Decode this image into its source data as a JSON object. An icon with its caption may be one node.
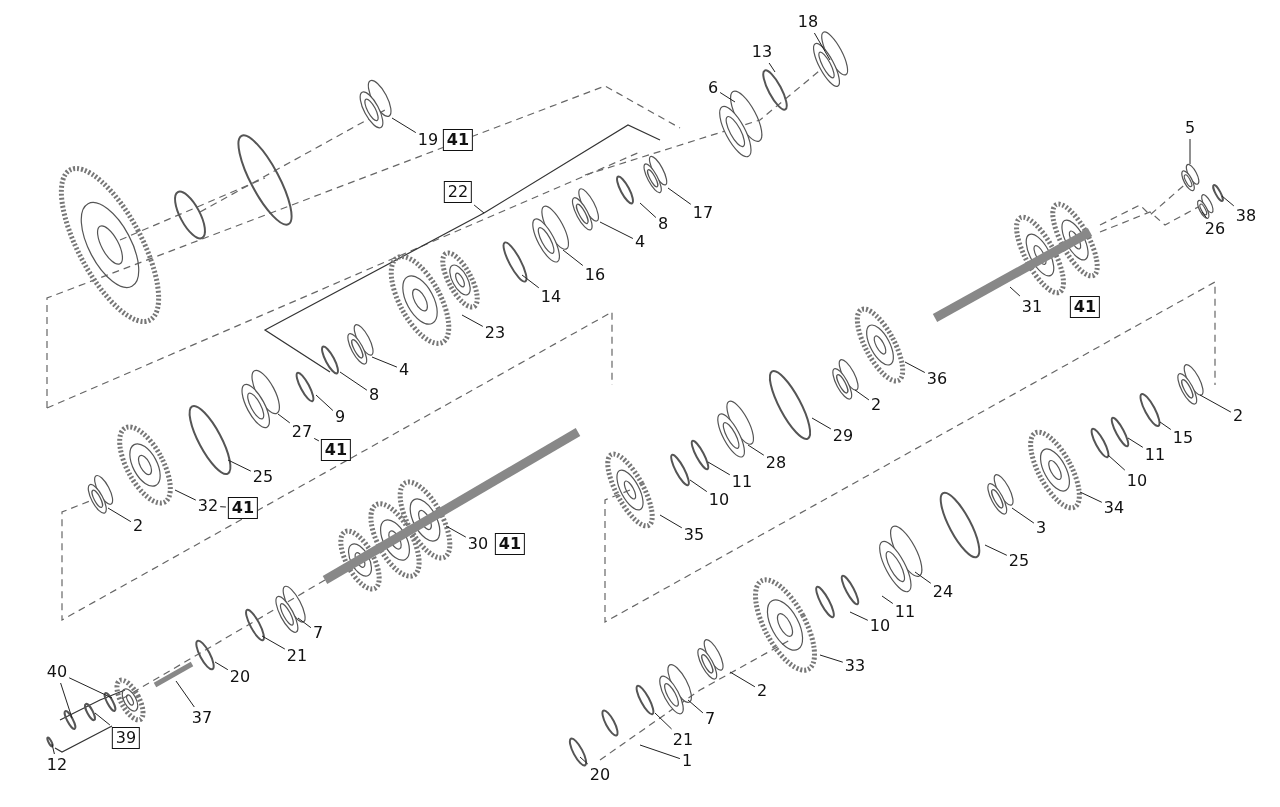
{
  "diagram": {
    "nodes": [
      {
        "text": [
          "18"
        ]
      },
      {
        "text": [
          "13"
        ]
      },
      {
        "text": [
          "6"
        ]
      },
      {
        "text": [
          "19"
        ]
      },
      {
        "text": [
          "41"
        ]
      },
      {
        "text": [
          "5"
        ]
      },
      {
        "text": [
          "22"
        ]
      },
      {
        "text": [
          "17"
        ]
      },
      {
        "text": [
          "8"
        ]
      },
      {
        "text": [
          "38"
        ]
      },
      {
        "text": [
          "4"
        ]
      },
      {
        "text": [
          "26"
        ]
      },
      {
        "text": [
          "16"
        ]
      },
      {
        "text": [
          "14"
        ]
      },
      {
        "text": [
          "31"
        ]
      },
      {
        "text": [
          "41"
        ]
      },
      {
        "text": [
          "23"
        ]
      },
      {
        "text": [
          "4"
        ]
      },
      {
        "text": [
          "8"
        ]
      },
      {
        "text": [
          "36"
        ]
      },
      {
        "text": [
          "2"
        ]
      },
      {
        "text": [
          "2"
        ]
      },
      {
        "text": [
          "9"
        ]
      },
      {
        "text": [
          "27"
        ]
      },
      {
        "text": [
          "41"
        ]
      },
      {
        "text": [
          "29"
        ]
      },
      {
        "text": [
          "15"
        ]
      },
      {
        "text": [
          "11"
        ]
      },
      {
        "text": [
          "28"
        ]
      },
      {
        "text": [
          "25"
        ]
      },
      {
        "text": [
          "10"
        ]
      },
      {
        "text": [
          "11"
        ]
      },
      {
        "text": [
          "10"
        ]
      },
      {
        "text": [
          "32"
        ]
      },
      {
        "text": [
          "41"
        ]
      },
      {
        "text": [
          "34"
        ]
      },
      {
        "text": [
          "2"
        ]
      },
      {
        "text": [
          "3"
        ]
      },
      {
        "text": [
          "35"
        ]
      },
      {
        "text": [
          "30"
        ]
      },
      {
        "text": [
          "41"
        ]
      },
      {
        "text": [
          "25"
        ]
      },
      {
        "text": [
          "24"
        ]
      },
      {
        "text": [
          "11"
        ]
      },
      {
        "text": [
          "10"
        ]
      },
      {
        "text": [
          "7"
        ]
      },
      {
        "text": [
          "21"
        ]
      },
      {
        "text": [
          "33"
        ]
      },
      {
        "text": [
          "40"
        ]
      },
      {
        "text": [
          "20"
        ]
      },
      {
        "text": [
          "2"
        ]
      },
      {
        "text": [
          "37"
        ]
      },
      {
        "text": [
          "7"
        ]
      },
      {
        "text": [
          "39"
        ]
      },
      {
        "text": [
          "21"
        ]
      },
      {
        "text": [
          "1"
        ]
      },
      {
        "text": [
          "12"
        ]
      },
      {
        "text": [
          "20"
        ]
      }
    ],
    "edges": [
      {
        "from": 0,
        "to": null,
        "arrow": "none"
      },
      {
        "from": 1,
        "to": null,
        "arrow": "none"
      },
      {
        "from": 2,
        "to": null,
        "arrow": "none"
      },
      {
        "from": 3,
        "to": null,
        "arrow": "none"
      },
      {
        "from": 5,
        "to": null,
        "arrow": "none"
      },
      {
        "from": 6,
        "to": null,
        "arrow": "none"
      },
      {
        "from": 7,
        "to": null,
        "arrow": "none"
      },
      {
        "from": 8,
        "to": null,
        "arrow": "none"
      },
      {
        "from": 9,
        "to": null,
        "arrow": "none"
      },
      {
        "from": 10,
        "to": null,
        "arrow": "none"
      },
      {
        "from": 11,
        "to": null,
        "arrow": "none"
      },
      {
        "from": 12,
        "to": null,
        "arrow": "none"
      },
      {
        "from": 13,
        "to": null,
        "arrow": "none"
      },
      {
        "from": 14,
        "to": null,
        "arrow": "none"
      },
      {
        "from": 16,
        "to": null,
        "arrow": "none"
      },
      {
        "from": 17,
        "to": null,
        "arrow": "none"
      },
      {
        "from": 18,
        "to": null,
        "arrow": "none"
      },
      {
        "from": 19,
        "to": null,
        "arrow": "none"
      },
      {
        "from": 20,
        "to": null,
        "arrow": "none"
      },
      {
        "from": 21,
        "to": null,
        "arrow": "none"
      },
      {
        "from": 22,
        "to": null,
        "arrow": "none"
      },
      {
        "from": 23,
        "to": null,
        "arrow": "none"
      },
      {
        "from": 23,
        "to": 24,
        "arrow": "none"
      },
      {
        "from": 25,
        "to": null,
        "arrow": "none"
      },
      {
        "from": 26,
        "to": null,
        "arrow": "none"
      },
      {
        "from": 27,
        "to": null,
        "arrow": "none"
      },
      {
        "from": 28,
        "to": null,
        "arrow": "none"
      },
      {
        "from": 29,
        "to": null,
        "arrow": "none"
      },
      {
        "from": 30,
        "to": null,
        "arrow": "none"
      },
      {
        "from": 31,
        "to": null,
        "arrow": "none"
      },
      {
        "from": 32,
        "to": null,
        "arrow": "none"
      },
      {
        "from": 33,
        "to": null,
        "arrow": "none"
      },
      {
        "from": 33,
        "to": 34,
        "arrow": "none"
      },
      {
        "from": 35,
        "to": null,
        "arrow": "none"
      },
      {
        "from": 36,
        "to": null,
        "arrow": "none"
      },
      {
        "from": 37,
        "to": null,
        "arrow": "none"
      },
      {
        "from": 38,
        "to": null,
        "arrow": "none"
      },
      {
        "from": 39,
        "to": null,
        "arrow": "none"
      },
      {
        "from": 41,
        "to": null,
        "arrow": "none"
      },
      {
        "from": 42,
        "to": null,
        "arrow": "none"
      },
      {
        "from": 43,
        "to": null,
        "arrow": "none"
      },
      {
        "from": 44,
        "to": null,
        "arrow": "none"
      },
      {
        "from": 45,
        "to": null,
        "arrow": "none"
      },
      {
        "from": 46,
        "to": null,
        "arrow": "none"
      },
      {
        "from": 47,
        "to": null,
        "arrow": "none"
      },
      {
        "from": 48,
        "to": null,
        "arrow": "none"
      },
      {
        "from": 48,
        "to": null,
        "arrow": "none"
      },
      {
        "from": 49,
        "to": null,
        "arrow": "none"
      },
      {
        "from": 50,
        "to": null,
        "arrow": "none"
      },
      {
        "from": 51,
        "to": null,
        "arrow": "none"
      },
      {
        "from": 52,
        "to": null,
        "arrow": "none"
      },
      {
        "from": 53,
        "to": null,
        "arrow": "none"
      },
      {
        "from": 54,
        "to": null,
        "arrow": "none"
      },
      {
        "from": 55,
        "to": null,
        "arrow": "none"
      },
      {
        "from": 56,
        "to": null,
        "arrow": "none"
      },
      {
        "from": 57,
        "to": null,
        "arrow": "none"
      }
    ]
  }
}
